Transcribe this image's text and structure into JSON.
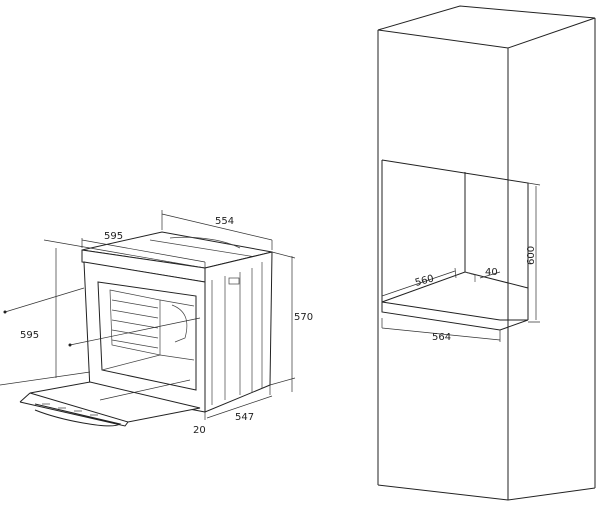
{
  "oven_dimensions": {
    "top_width": "595",
    "depth_top": "554",
    "front_height": "595",
    "side_height": "570",
    "depth_bottom": "547",
    "front_panel": "20"
  },
  "niche_dimensions": {
    "height": "600",
    "inner_depth": "560",
    "gap": "40",
    "width": "564"
  }
}
